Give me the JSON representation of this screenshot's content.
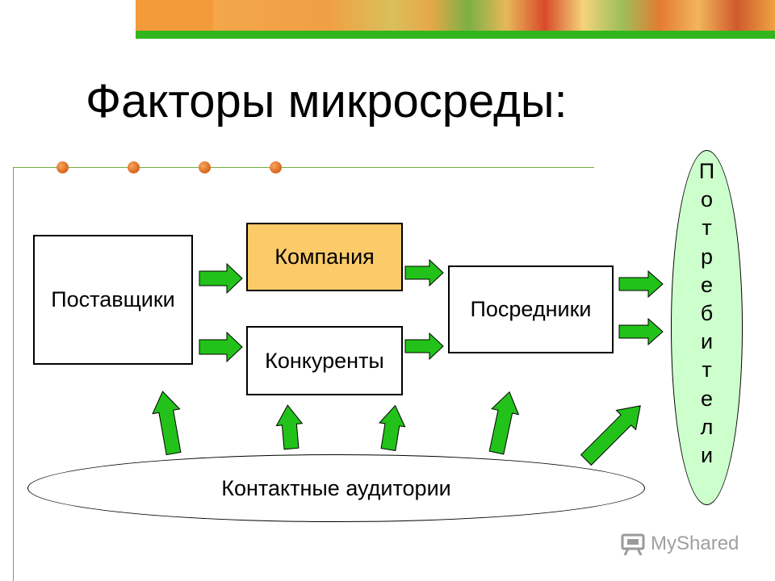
{
  "title": "Факторы микросреды:",
  "boxes": {
    "suppliers": "Поставщики",
    "company": "Компания",
    "competitors": "Конкуренты",
    "intermediaries": "Посредники"
  },
  "audiences": "Контактные аудитории",
  "consumers_letters": [
    "П",
    "о",
    "т",
    "р",
    "е",
    "б",
    "и",
    "т",
    "е",
    "л",
    "и"
  ],
  "watermark": "MyShared",
  "colors": {
    "arrow": "#22c21a",
    "company_fill": "#fbcb6a",
    "consumers_fill": "#ccffcc",
    "banner_green": "#33b51d",
    "banner_orange": "#f39b3b",
    "bullet_dot": "#e07a30"
  },
  "icons": [
    "presentation-board-icon"
  ]
}
